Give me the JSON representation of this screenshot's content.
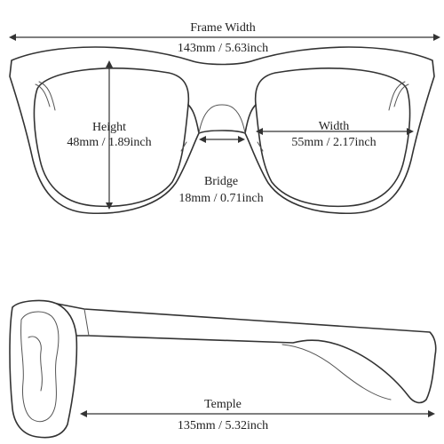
{
  "front_view": {
    "frame_width": {
      "label": "Frame Width",
      "value": "143mm / 5.63inch"
    },
    "height": {
      "label": "Height",
      "value": "48mm / 1.89inch"
    },
    "width": {
      "label": "Width",
      "value": "55mm / 2.17inch"
    },
    "bridge": {
      "label": "Bridge",
      "value": "18mm / 0.71inch"
    }
  },
  "side_view": {
    "temple": {
      "label": "Temple",
      "value": "135mm / 5.32inch"
    }
  },
  "colors": {
    "line": "#333333",
    "text": "#222222",
    "background": "#ffffff"
  }
}
